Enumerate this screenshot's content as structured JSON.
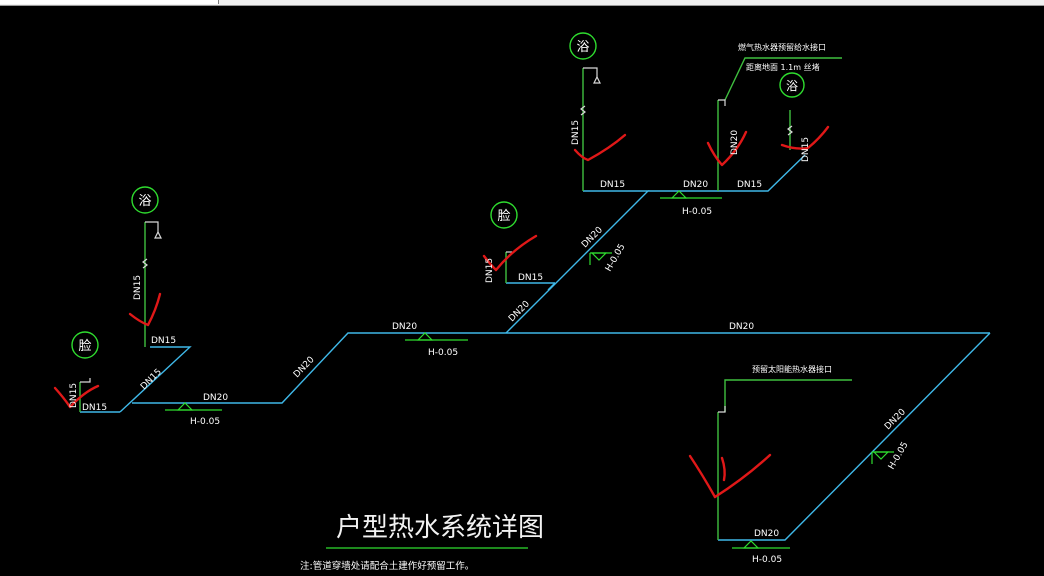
{
  "title": "户型热水系统详图",
  "note": "注:管道穿墙处请配合土建作好预留工作。",
  "fixtures": {
    "bath": "浴",
    "basin": "脸"
  },
  "pipe_sizes": {
    "dn15": "DN15",
    "dn20": "DN20"
  },
  "level": "H-0.05",
  "callouts": {
    "gas_heater": "燃气热水器预留给水接口",
    "height": "距离地面 1.1m 丝堵",
    "solar_heater": "预留太阳能热水器接口"
  },
  "colors": {
    "pipe": "#3fb8e8",
    "riser": "#3fbf3f",
    "level_marker": "#2fdc2f",
    "markup": "#e01818",
    "text": "#ffffff",
    "background": "#000000"
  }
}
